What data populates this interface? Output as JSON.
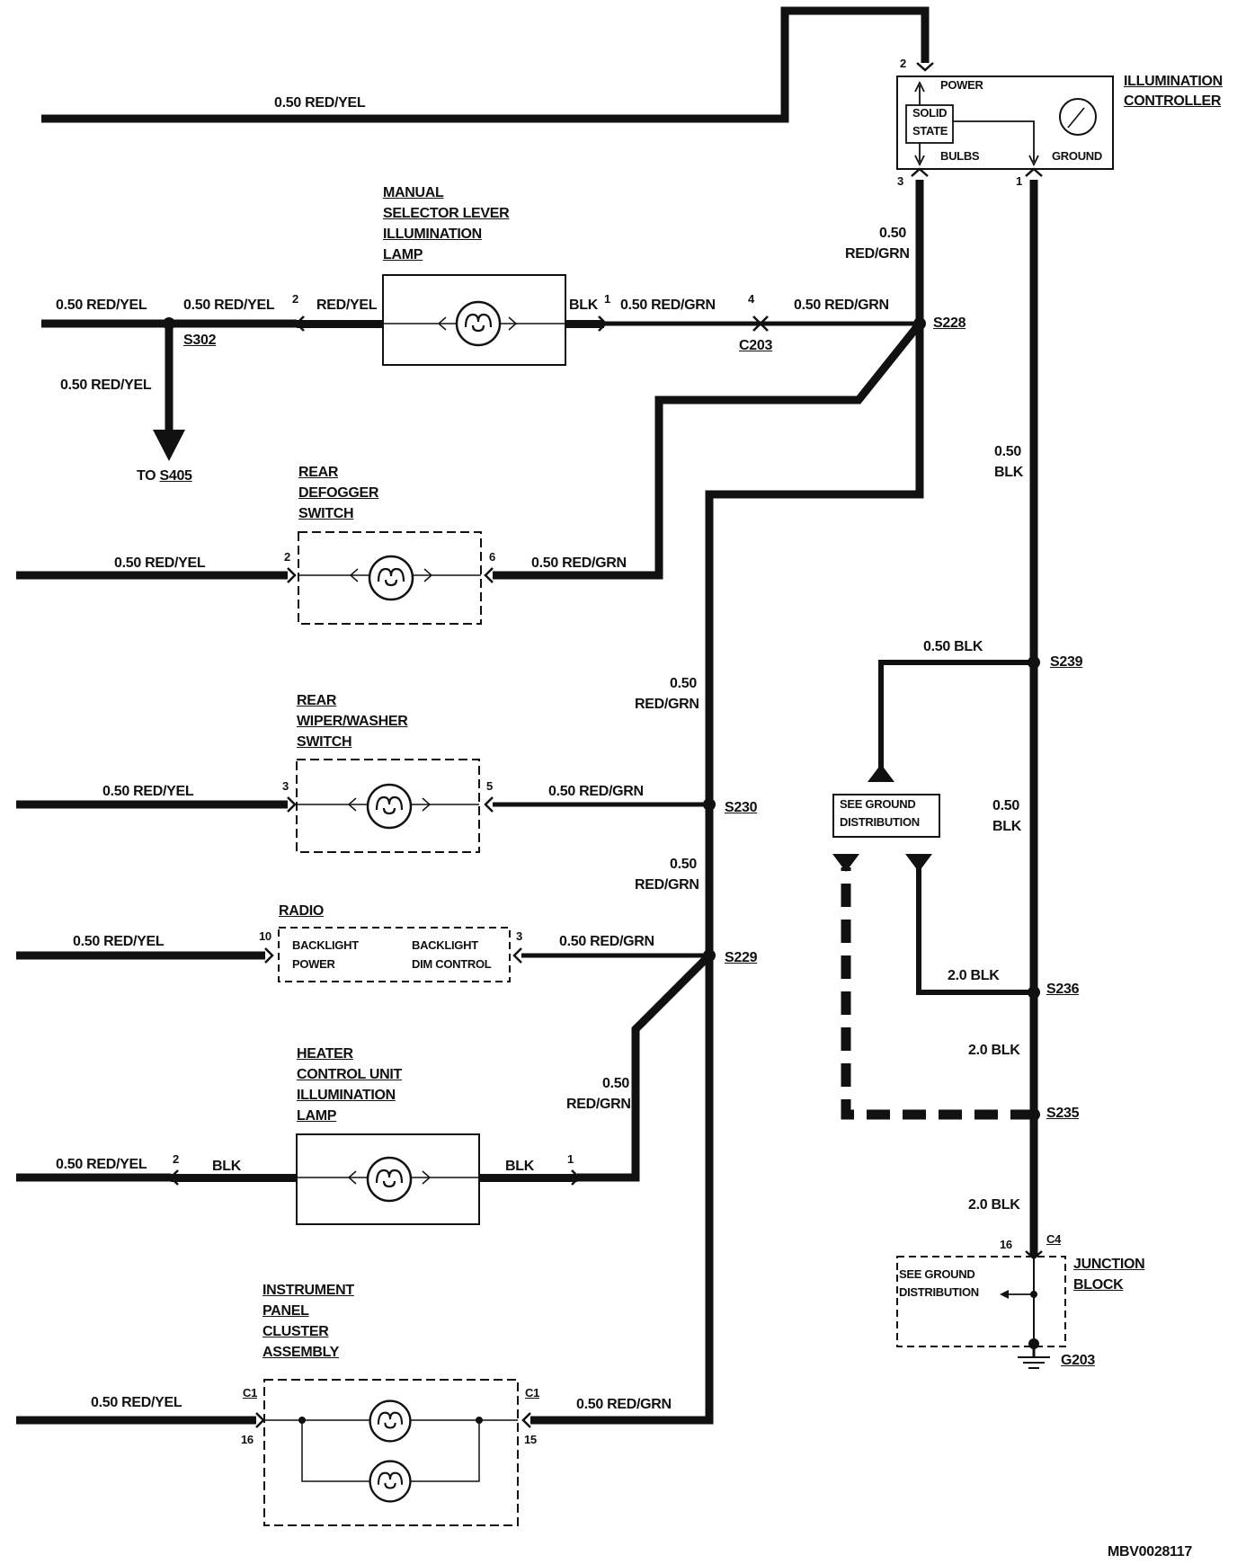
{
  "components": {
    "illumination_controller": {
      "title_line1": "ILLUMINATION",
      "title_line2": "CONTROLLER",
      "power": "POWER",
      "solid": "SOLID",
      "state": "STATE",
      "bulbs": "BULBS",
      "ground": "GROUND"
    },
    "manual_selector": {
      "l1": "MANUAL",
      "l2": "SELECTOR LEVER",
      "l3": "ILLUMINATION",
      "l4": "LAMP"
    },
    "rear_defogger": {
      "l1": "REAR",
      "l2": "DEFOGGER",
      "l3": "SWITCH"
    },
    "rear_wiper": {
      "l1": "REAR",
      "l2": "WIPER/WASHER",
      "l3": "SWITCH"
    },
    "radio": {
      "title": "RADIO",
      "backlight1": "BACKLIGHT",
      "power": "POWER",
      "backlight2": "BACKLIGHT",
      "dim": "DIM CONTROL"
    },
    "heater": {
      "l1": "HEATER",
      "l2": "CONTROL UNIT",
      "l3": "ILLUMINATION",
      "l4": "LAMP"
    },
    "cluster": {
      "l1": "INSTRUMENT",
      "l2": "PANEL",
      "l3": "CLUSTER",
      "l4": "ASSEMBLY"
    },
    "ground_dist": {
      "l1": "SEE GROUND",
      "l2": "DISTRIBUTION"
    },
    "junction": {
      "l1": "JUNCTION",
      "l2": "BLOCK",
      "see1": "SEE GROUND",
      "see2": "DISTRIBUTION"
    }
  },
  "wires": {
    "red_yel": "0.50 RED/YEL",
    "red_grn": "0.50 RED/GRN",
    "red_yel_short": "RED/YEL",
    "blk": "BLK",
    "blk_050": "0.50 BLK",
    "blk_20": "2.0 BLK",
    "n050": "0.50",
    "red_grn_short": "RED/GRN",
    "blk_only": "BLK"
  },
  "splices": {
    "s228": "S228",
    "s302": "S302",
    "s230": "S230",
    "s229": "S229",
    "s239": "S239",
    "s236": "S236",
    "s235": "S235",
    "g203": "G203"
  },
  "connectors": {
    "c203": "C203",
    "c1": "C1",
    "c4": "C4",
    "to_s405_prefix": "TO ",
    "s405": "S405"
  },
  "pins": {
    "p1": "1",
    "p2": "2",
    "p3": "3",
    "p4": "4",
    "p5": "5",
    "p6": "6",
    "p10": "10",
    "p15": "15",
    "p16": "16"
  },
  "footer": {
    "code": "MBV0028117"
  }
}
